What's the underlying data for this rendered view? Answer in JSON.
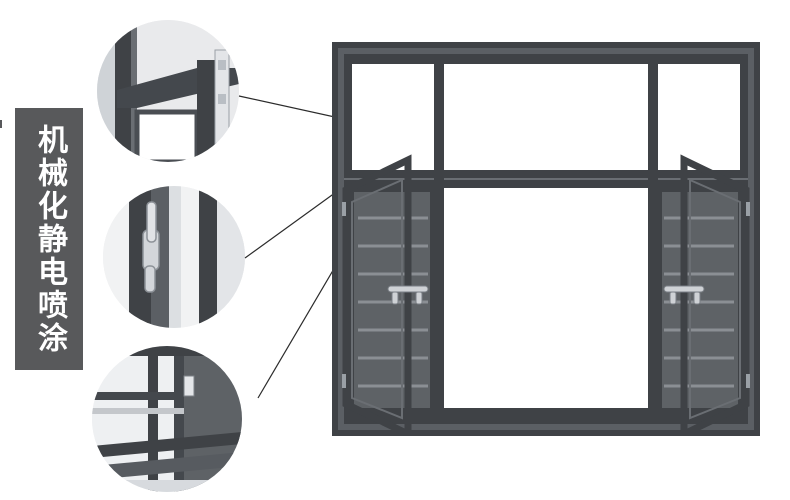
{
  "banner": {
    "text": "机械化静电喷涂"
  },
  "colors": {
    "frame": "#3f4246",
    "frame_light": "#5b5f64",
    "banner_bg": "#58595b",
    "banner_text": "#ffffff",
    "glass": "#ffffff",
    "screen": "#6a6d70",
    "handle": "#cfd2d6"
  },
  "detail_views": [
    {
      "name": "corner-profile-detail"
    },
    {
      "name": "handle-detail"
    },
    {
      "name": "screen-corner-detail"
    }
  ]
}
